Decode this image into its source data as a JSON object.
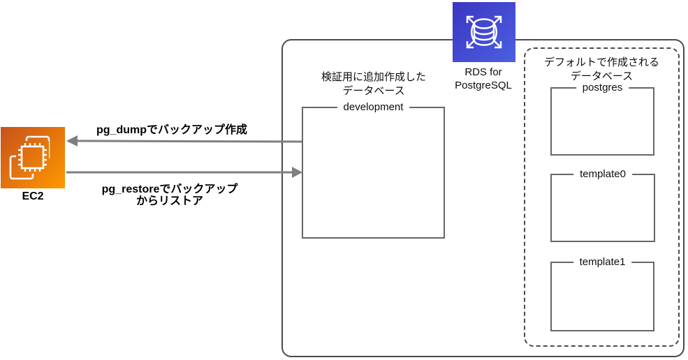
{
  "ec2": {
    "label": "EC2"
  },
  "rds": {
    "label_line1": "RDS for",
    "label_line2": "PostgreSQL"
  },
  "pg_dump_arrow": {
    "label": "pg_dumpでバックアップ作成",
    "direction": "rds-to-ec2"
  },
  "pg_restore_arrow": {
    "label_line1": "pg_restoreでバックアップ",
    "label_line2": "からリストア",
    "direction": "ec2-to-rds"
  },
  "dev_db": {
    "caption_line1": "検証用に追加作成した",
    "caption_line2": "データベース",
    "name": "development"
  },
  "default_dbs": {
    "caption_line1": "デフォルトで作成される",
    "caption_line2": "データベース",
    "items": [
      "postgres",
      "template0",
      "template1"
    ]
  },
  "colors": {
    "ec2_gradient_start": "#c8511b",
    "ec2_gradient_end": "#ff9900",
    "rds_gradient_start": "#3b36c3",
    "rds_gradient_end": "#4c5fe0",
    "arrow": "#7f7f7f",
    "box_border": "#666666",
    "boundary_border": "#4a4a4a"
  }
}
